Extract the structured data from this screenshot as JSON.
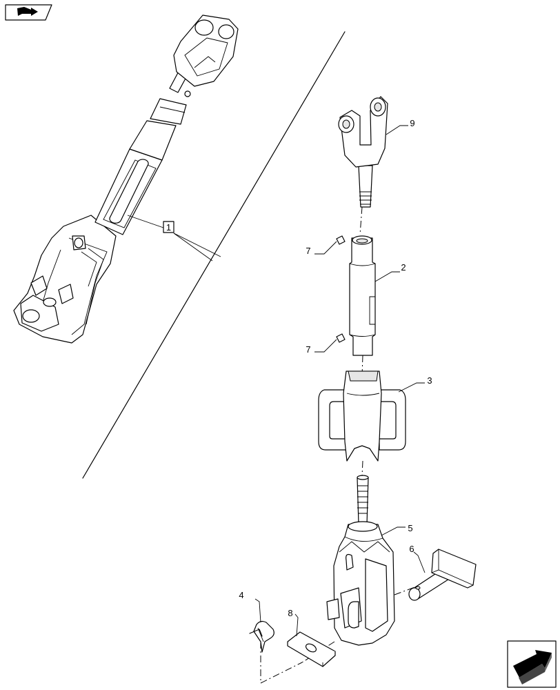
{
  "icons": {
    "top_left": "view-arrow-icon",
    "bottom_right": "next-page-arrow-icon"
  },
  "callouts": {
    "assembly": "1",
    "barrel": "2",
    "handle": "3",
    "clip": "4",
    "lower_fork": "5",
    "pin": "6",
    "grease_nipple_upper": "7",
    "grease_nipple_lower": "7",
    "washer": "8",
    "upper_fork": "9"
  }
}
